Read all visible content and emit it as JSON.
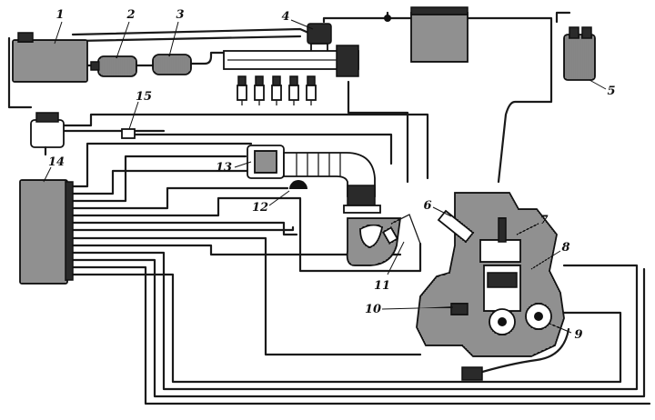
{
  "labels": {
    "l1": "1",
    "l2": "2",
    "l3": "3",
    "l4": "4",
    "l5": "5",
    "l6": "6",
    "l7": "7",
    "l8": "8",
    "l9": "9",
    "l10": "10",
    "l11": "11",
    "l12": "12",
    "l13": "13",
    "l14": "14",
    "l15": "15"
  },
  "colors": {
    "ink": "#1a1a1a",
    "paper": "#ffffff"
  }
}
